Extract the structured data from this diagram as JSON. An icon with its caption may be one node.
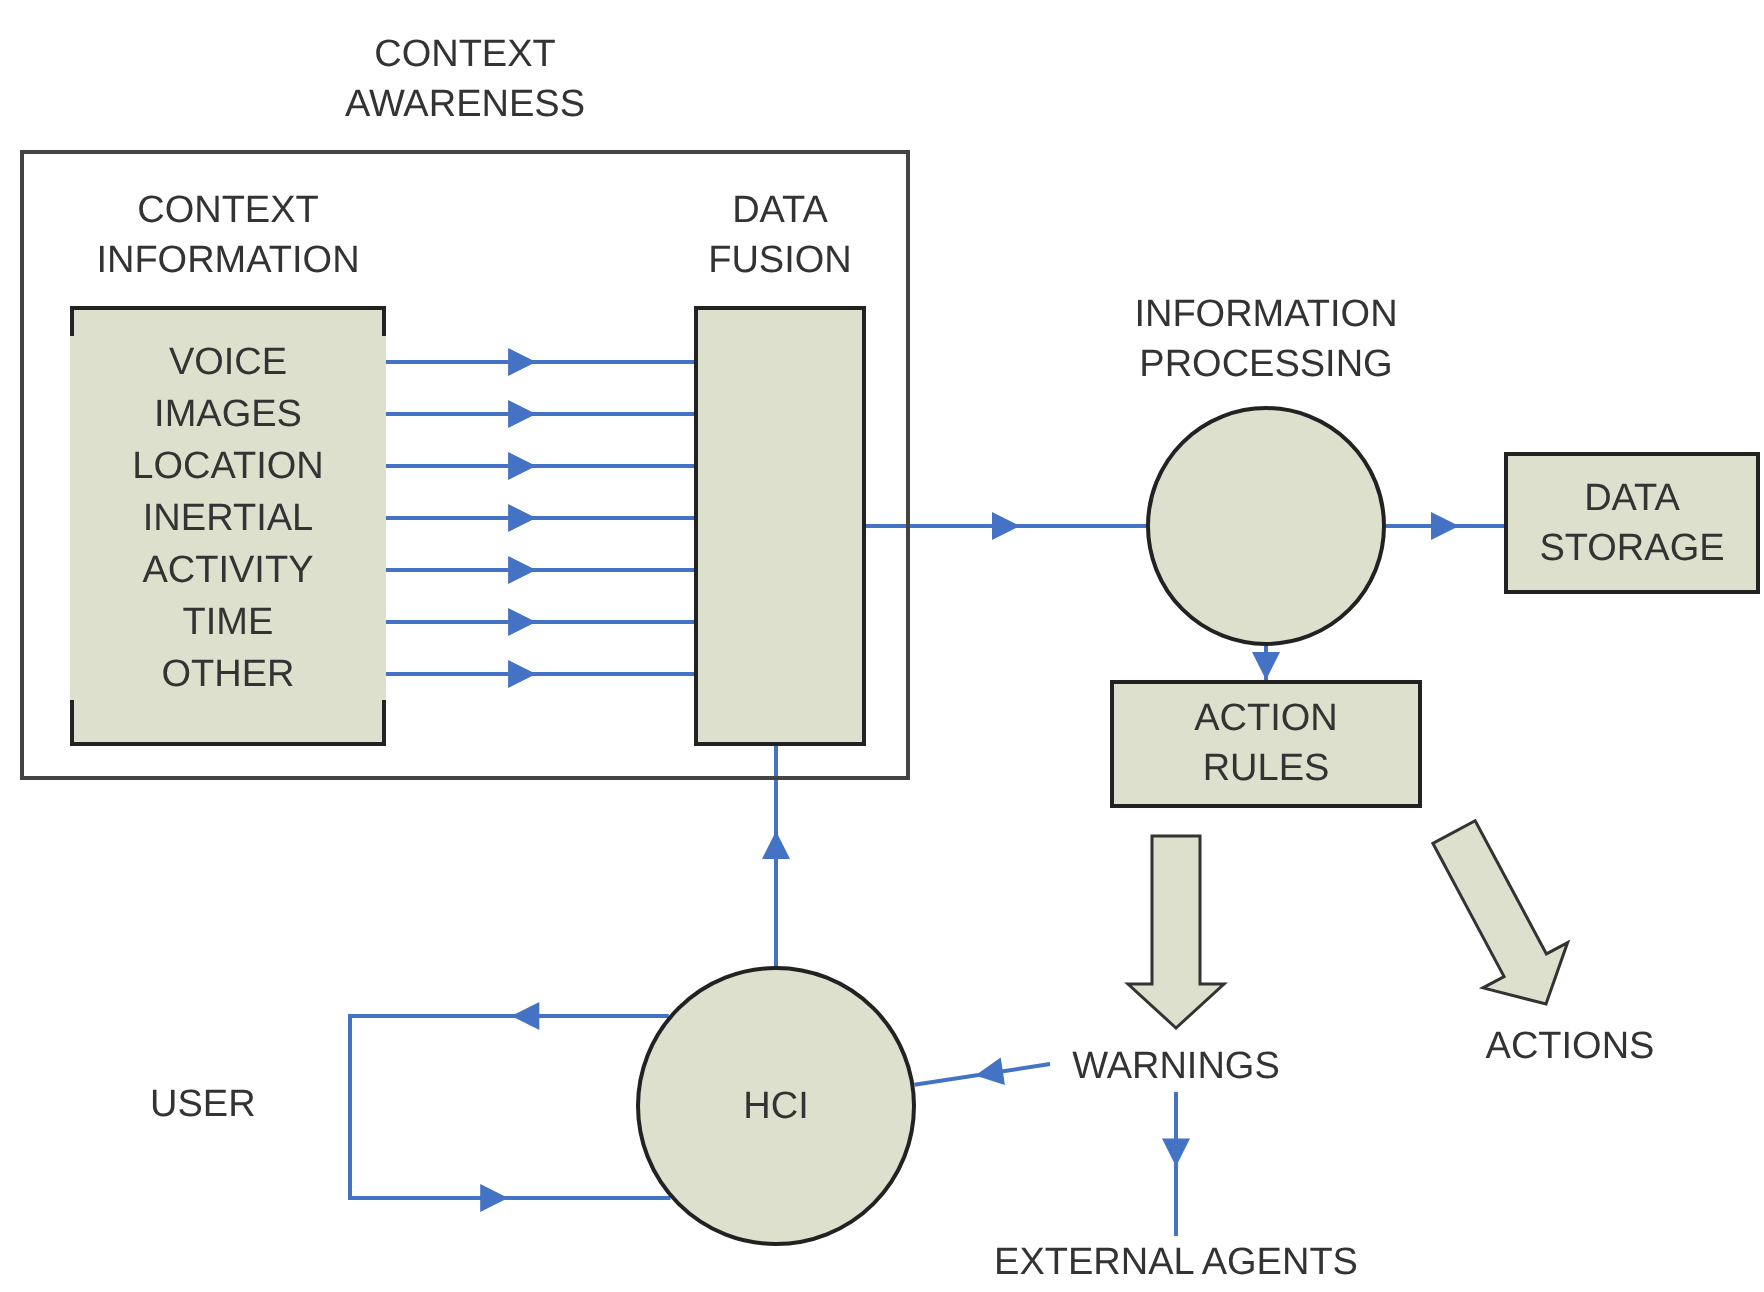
{
  "diagram": {
    "nodes": [
      {
        "text": [
          "CONTEXT AWARENESS"
        ]
      },
      {
        "text": [
          "CONTEXT INFORMATION"
        ],
        "in": 0
      },
      {
        "text": [
          "VOICE"
        ],
        "in": 1
      },
      {
        "text": [
          "IMAGES"
        ],
        "in": 1
      },
      {
        "text": [
          "LOCATION"
        ],
        "in": 1
      },
      {
        "text": [
          "INERTIAL"
        ],
        "in": 1
      },
      {
        "text": [
          "ACTIVITY"
        ],
        "in": 1
      },
      {
        "text": [
          "TIME"
        ],
        "in": 1
      },
      {
        "text": [
          "OTHER"
        ],
        "in": 1
      },
      {
        "text": [
          "DATA FUSION"
        ],
        "in": 0
      },
      {
        "text": [
          "INFORMATION PROCESSING"
        ]
      },
      {
        "text": [
          "DATA STORAGE"
        ]
      },
      {
        "text": [
          "ACTION RULES"
        ]
      },
      {
        "text": [
          "HCI"
        ]
      },
      {
        "text": [
          "WARNINGS"
        ]
      },
      {
        "text": [
          "EXTERNAL AGENTS"
        ]
      },
      {
        "text": [
          "ACTIONS"
        ]
      }
    ],
    "edges": [
      {
        "from": 2,
        "to": 9,
        "arrow": "to"
      },
      {
        "from": 3,
        "to": 9,
        "arrow": "to"
      },
      {
        "from": 4,
        "to": 9,
        "arrow": "to"
      },
      {
        "from": 5,
        "to": 9,
        "arrow": "to"
      },
      {
        "from": 6,
        "to": 9,
        "arrow": "to"
      },
      {
        "from": 7,
        "to": 9,
        "arrow": "to"
      },
      {
        "from": 8,
        "to": 9,
        "arrow": "to"
      },
      {
        "from": 9,
        "to": 10,
        "arrow": "to"
      },
      {
        "from": 10,
        "to": 11,
        "arrow": "to"
      },
      {
        "from": 10,
        "to": 12,
        "arrow": "to"
      },
      {
        "from": 13,
        "to": 9,
        "arrow": "to"
      },
      {
        "from": 13,
        "to": 13,
        "arrow": "to"
      },
      {
        "from": 14,
        "to": 13,
        "arrow": "to"
      },
      {
        "from": 14,
        "to": 15,
        "arrow": "to"
      },
      {
        "from": 12,
        "to": 14,
        "arrow": "to",
        "style": "thick"
      },
      {
        "from": 12,
        "to": 16,
        "arrow": "to",
        "style": "thick"
      }
    ],
    "labels": [
      "USER"
    ]
  }
}
